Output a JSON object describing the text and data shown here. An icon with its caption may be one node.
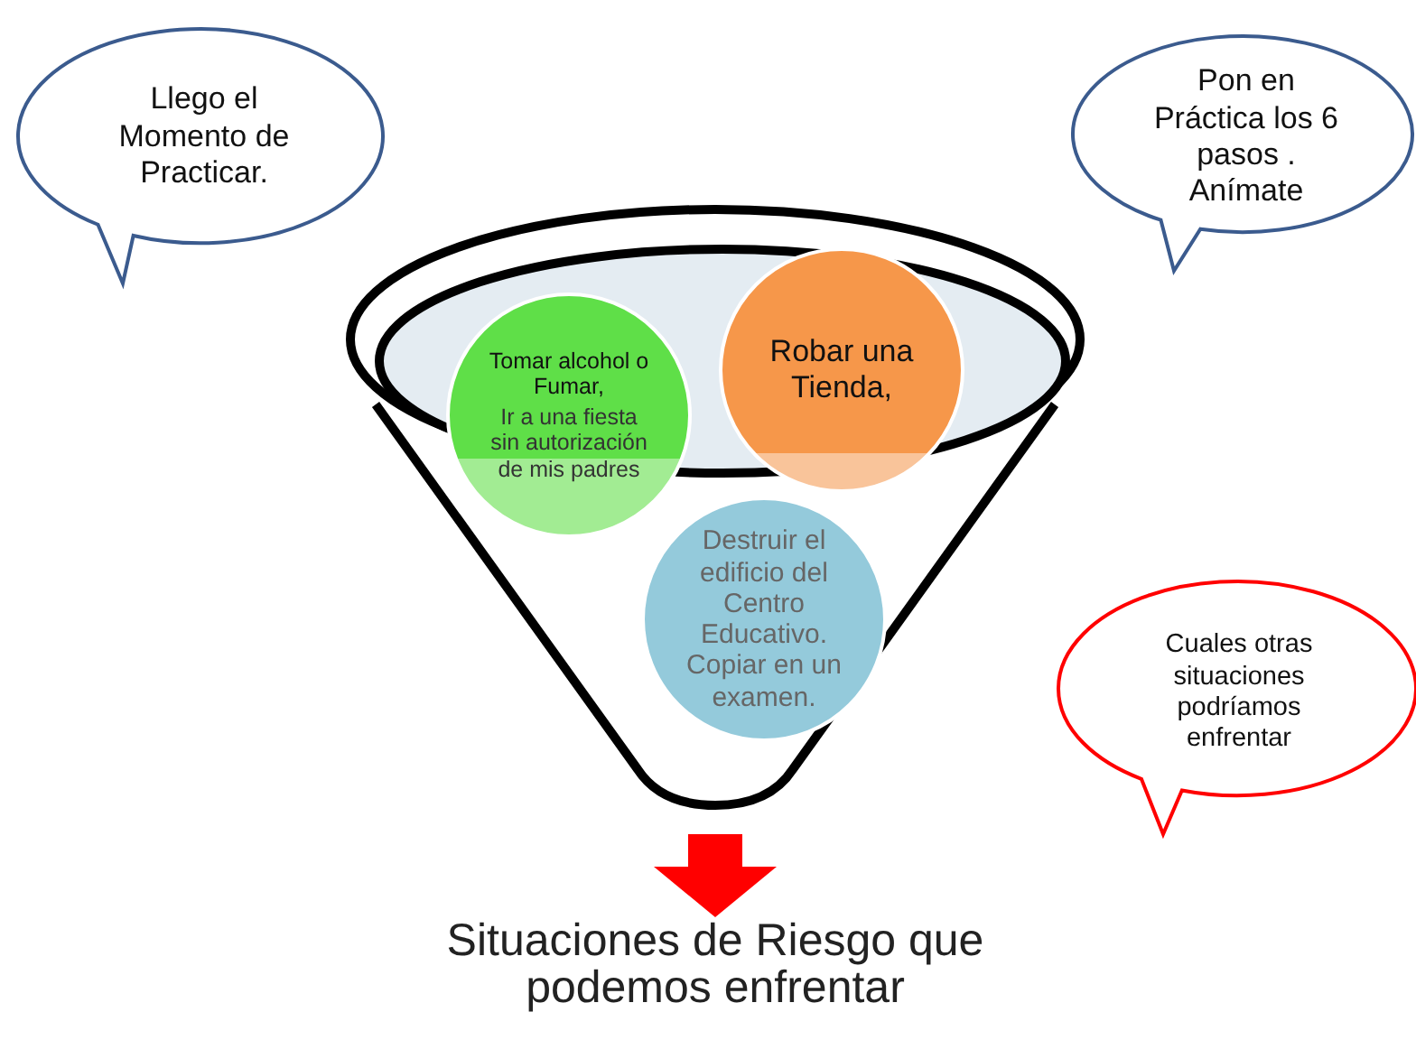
{
  "diagram": {
    "nodes": [
      {
        "text": [
          "Llego el Momento de Practicar."
        ]
      },
      {
        "text": [
          "Pon en Práctica los 6 pasos . Anímate"
        ]
      },
      {
        "text": [],
        "shape": "funnel"
      },
      {
        "text": [
          "Tomar alcohol o Fumar,",
          "Ir a una fiesta sin autorización de mis padres"
        ]
      },
      {
        "text": [
          "Robar una Tienda,"
        ]
      },
      {
        "text": [
          "Destruir el edificio del Centro Educativo. Copiar en un examen."
        ],
        "in": 2
      },
      {
        "text": [
          "Cuales otras situaciones podríamos enfrentar"
        ]
      },
      {
        "text": [
          "Situaciones de Riesgo que podemos enfrentar"
        ]
      }
    ],
    "edges": [
      {
        "from": 2,
        "to": 7,
        "arrow": "to",
        "color": "#ff0000"
      }
    ]
  }
}
